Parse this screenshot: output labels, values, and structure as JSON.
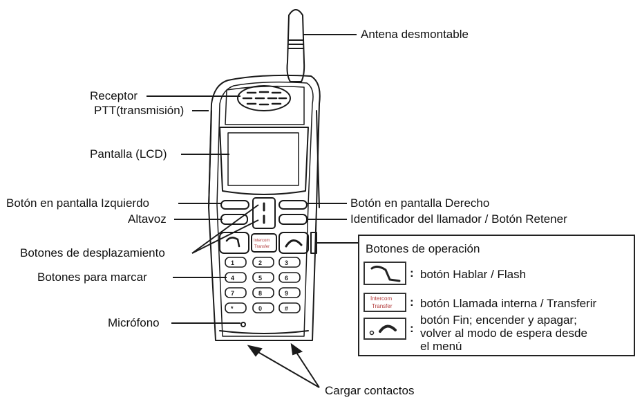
{
  "labels": {
    "antenna": "Antena desmontable",
    "receiver": "Receptor",
    "ptt": "PTT(transmisión)",
    "lcd": "Pantalla (LCD)",
    "left_soft": "Botón en pantalla Izquierdo",
    "right_soft": "Botón en pantalla Derecho",
    "speaker": "Altavoz",
    "caller_id": "Identificador del llamador / Botón Retener",
    "scroll": "Botones de desplazamiento",
    "dial": "Botones para marcar",
    "mic": "Micrófono",
    "charge": "Cargar contactos"
  },
  "operation_box": {
    "title": "Botones de operación",
    "items": [
      {
        "icon": "talk-flash-icon",
        "text": "botón Hablar / Flash"
      },
      {
        "icon": "intercom-transfer-icon",
        "text": "botón Llamada interna / Transferir",
        "icon_text_top": "Intercom",
        "icon_text_bottom": "Transfer"
      },
      {
        "icon": "end-power-icon",
        "text_lines": [
          "botón Fin; encender y apagar;",
          "volver al modo de espera desde",
          "el menú"
        ]
      }
    ]
  },
  "keypad": {
    "keys": [
      "1",
      "2",
      "3",
      "4",
      "5",
      "6",
      "7",
      "8",
      "9",
      "*",
      "0",
      "#"
    ]
  },
  "intercom_key": {
    "top": "Intercom",
    "bottom": "Transfer"
  },
  "colors": {
    "accent": "#b23a3a",
    "ink": "#1a1a1a"
  }
}
